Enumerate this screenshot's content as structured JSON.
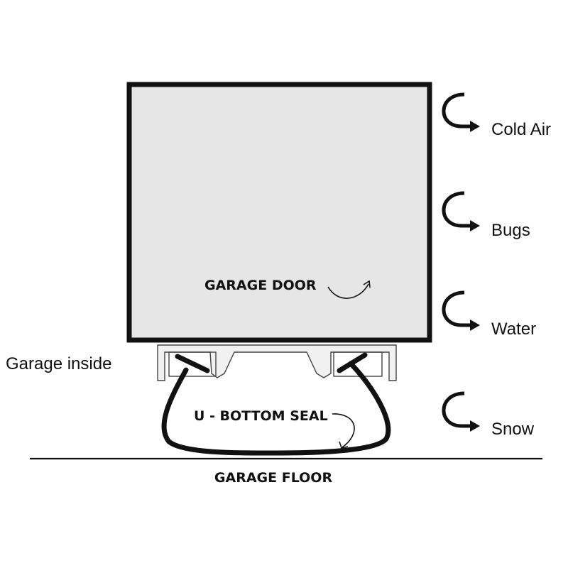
{
  "labels": {
    "garage_door": "GARAGE DOOR",
    "garage_inside": "Garage inside",
    "u_bottom_seal": "U - BOTTOM SEAL",
    "garage_floor": "GARAGE FLOOR"
  },
  "blocked_elements": [
    {
      "label": "Cold Air",
      "icon": "u-turn-arrow-icon"
    },
    {
      "label": "Bugs",
      "icon": "u-turn-arrow-icon"
    },
    {
      "label": "Water",
      "icon": "u-turn-arrow-icon"
    },
    {
      "label": "Snow",
      "icon": "u-turn-arrow-icon"
    }
  ],
  "colors": {
    "door_fill": "#e6e6e6",
    "retainer_fill": "#f1f1f1",
    "stroke": "#111111"
  }
}
